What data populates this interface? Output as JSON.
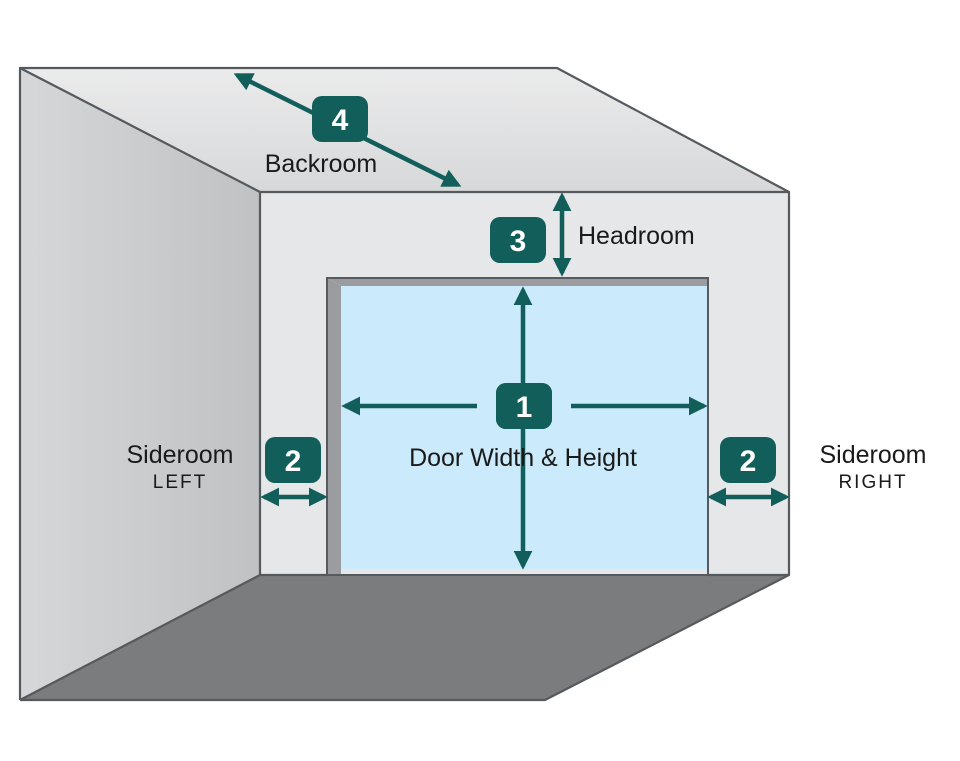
{
  "colors": {
    "accent": "#125e5a",
    "badge_text": "#ffffff",
    "label_text": "#1a1a1a",
    "outline": "#555a5e",
    "ceiling": "#e4e5e6",
    "left_wall": "#c9cbcd",
    "front_wall": "#e6e7e8",
    "floor": "#7b7c7e",
    "door_fill": "#cbeafb",
    "door_jamb": "#9a9c9f"
  },
  "measurements": {
    "door": {
      "number": "1",
      "label": "Door Width & Height"
    },
    "sideroom_left": {
      "number": "2",
      "label": "Sideroom",
      "sublabel": "LEFT"
    },
    "sideroom_right": {
      "number": "2",
      "label": "Sideroom",
      "sublabel": "RIGHT"
    },
    "headroom": {
      "number": "3",
      "label": "Headroom"
    },
    "backroom": {
      "number": "4",
      "label": "Backroom"
    }
  }
}
